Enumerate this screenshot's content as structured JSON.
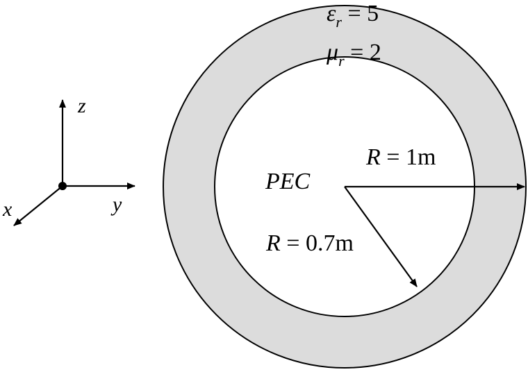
{
  "colors": {
    "shell_fill": "#dcdcdc",
    "inner_fill": "#ffffff",
    "stroke": "#000000"
  },
  "axes": {
    "z_label": "z",
    "y_label": "y",
    "x_label": "x"
  },
  "shell_material": {
    "epsilon_symbol": "ε",
    "epsilon_sub": "r",
    "epsilon_value": " = 5",
    "mu_symbol": "μ",
    "mu_sub": "r",
    "mu_value": " = 2"
  },
  "core": {
    "label": "PEC"
  },
  "outer_radius": {
    "var": "R",
    "text": " = 1m"
  },
  "inner_radius": {
    "var": "R",
    "text": " = 0.7m"
  }
}
